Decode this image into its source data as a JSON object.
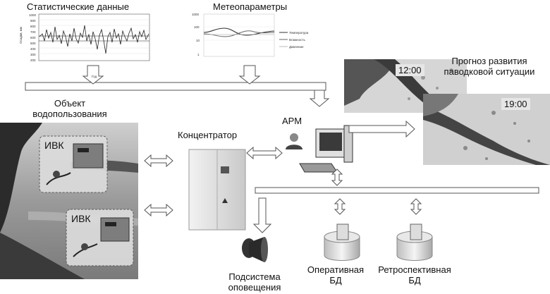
{
  "titles": {
    "statistics": "Статистические данные",
    "meteo": "Метеопараметры",
    "object": "Объект\nводопользования",
    "forecast": "Прогноз развития\nпаводковой ситуации",
    "arm": "АРМ",
    "concentrator": "Концентратор",
    "notification": "Подсистема\nоповещения",
    "operative_db": "Оперативная\nБД",
    "retro_db": "Ретроспективная\nБД"
  },
  "ivk_labels": [
    "ИВК",
    "ИВК"
  ],
  "forecast_times": [
    "12:00",
    "19:00"
  ],
  "stat_chart": {
    "ylabel": "Осадки, мм",
    "xlabel": "Год",
    "yticks": [
      "1000",
      "900",
      "800",
      "700",
      "600",
      "500",
      "400",
      "300",
      "200"
    ]
  },
  "meteo_chart": {
    "yticks": [
      "1000",
      "100",
      "10",
      "1"
    ],
    "legend": [
      "Температура",
      "Влажность",
      "Давление"
    ]
  },
  "colors": {
    "line": "#333333",
    "arrow_fill": "#ffffff",
    "arrow_stroke": "#555555"
  }
}
